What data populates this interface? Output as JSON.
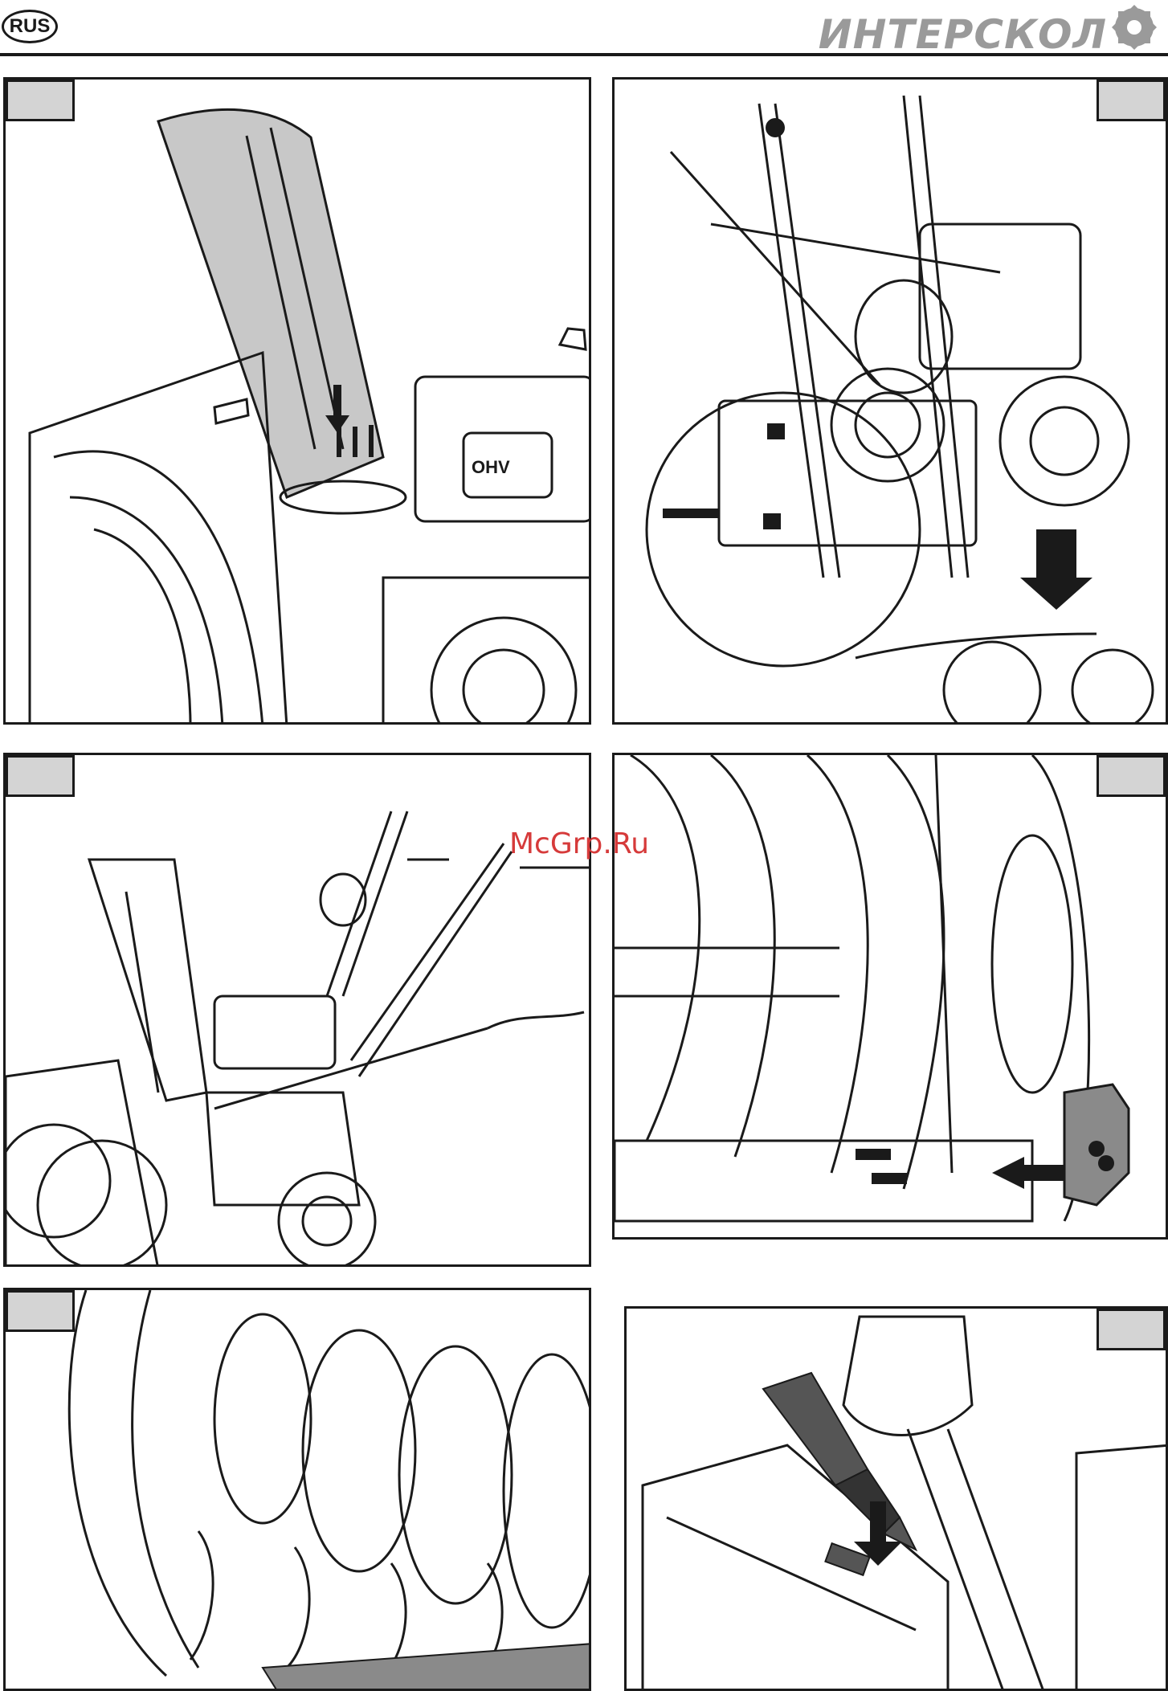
{
  "header": {
    "language_badge": "RUS",
    "brand_name": "ИНТЕРСКОЛ"
  },
  "watermark": "McGrp.Ru",
  "figures": [
    {
      "id": "fig-chute-mount",
      "label": ""
    },
    {
      "id": "fig-handle-assembly",
      "label": ""
    },
    {
      "id": "fig-control-rod",
      "label": ""
    },
    {
      "id": "fig-skid-shoe",
      "label": ""
    },
    {
      "id": "fig-auger",
      "label": ""
    },
    {
      "id": "fig-clean-out-tool",
      "label": ""
    }
  ],
  "engine_label": "OHV",
  "colors": {
    "line": "#1a1a1a",
    "panel_tab": "#d4d4d4",
    "chute_fill": "#c8c8c8",
    "scraper_fill": "#8a8a8a",
    "brand": "#9a9a9a",
    "watermark": "#d63a3a"
  }
}
